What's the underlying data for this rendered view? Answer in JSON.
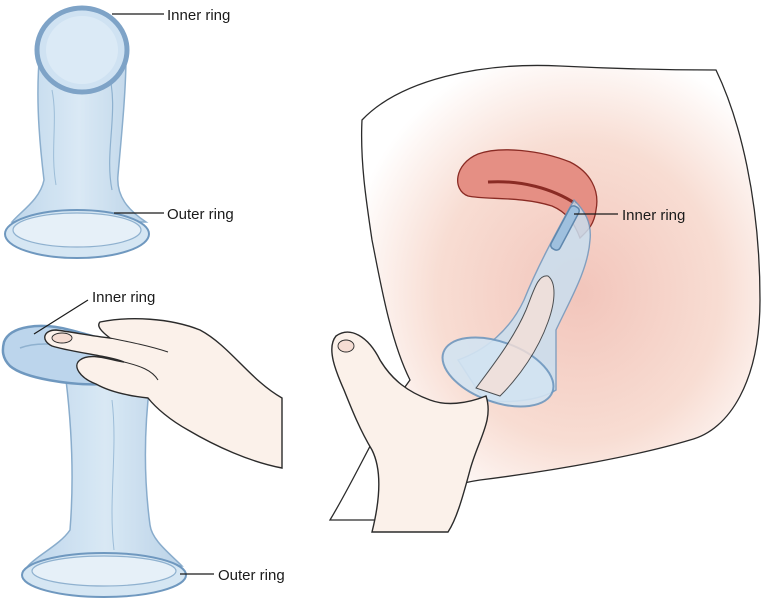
{
  "labels": {
    "top_inner_ring": "Inner ring",
    "top_outer_ring": "Outer ring",
    "bottom_inner_ring": "Inner ring",
    "bottom_outer_ring": "Outer ring",
    "right_inner_ring": "Inner ring"
  },
  "colors": {
    "condom_fill": "#c9dff0",
    "condom_stroke": "#7fa6c8",
    "skin": "#f7e6dc",
    "skin_shadow": "#efc9bf",
    "uterus": "#e58f84",
    "uterus_dark": "#8a2b24",
    "outline": "#2b2b2b"
  }
}
